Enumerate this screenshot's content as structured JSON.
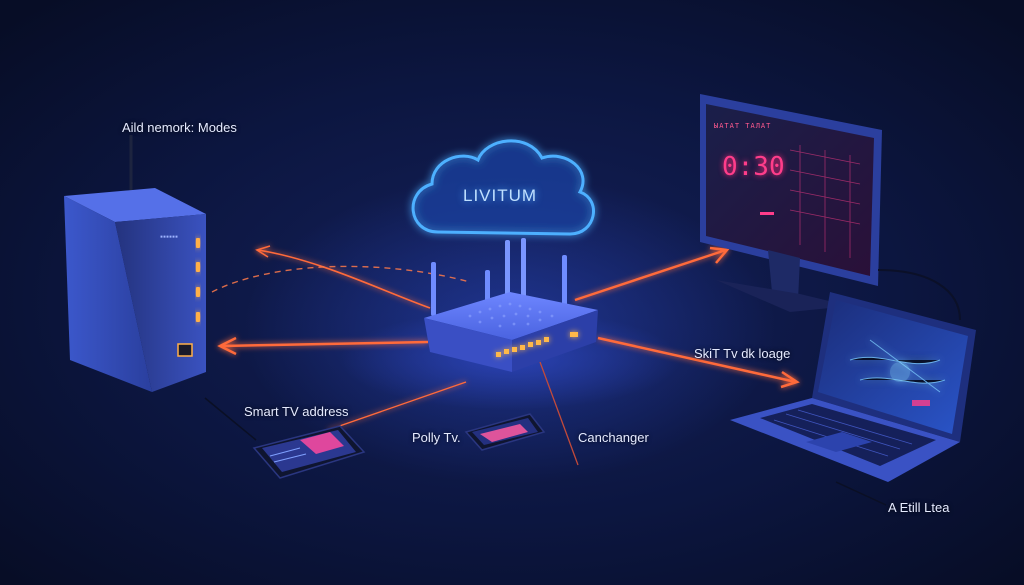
{
  "labels": {
    "add_network_modes": "Aild nemork: Modes",
    "cloud": "LIVITUM",
    "smart_tv_address": "Smart TV address",
    "poly_tv": "Polly Tv.",
    "canchanger": "Canchanger",
    "skit_tv_link": "SkiT Tv dk loage",
    "a_etill_ltea": "A Etill Ltea"
  },
  "monitor": {
    "time": "0:30",
    "header": "ЫАТАТ ТАЛАТ"
  },
  "colors": {
    "background": "#0a1333",
    "cloud_glow": "#3fa2ff",
    "link_orange": "#ff6a3a",
    "device_blue": "#3b56c9",
    "router_led": "#ff9a2a",
    "screen_pink": "#ff3d8a"
  }
}
